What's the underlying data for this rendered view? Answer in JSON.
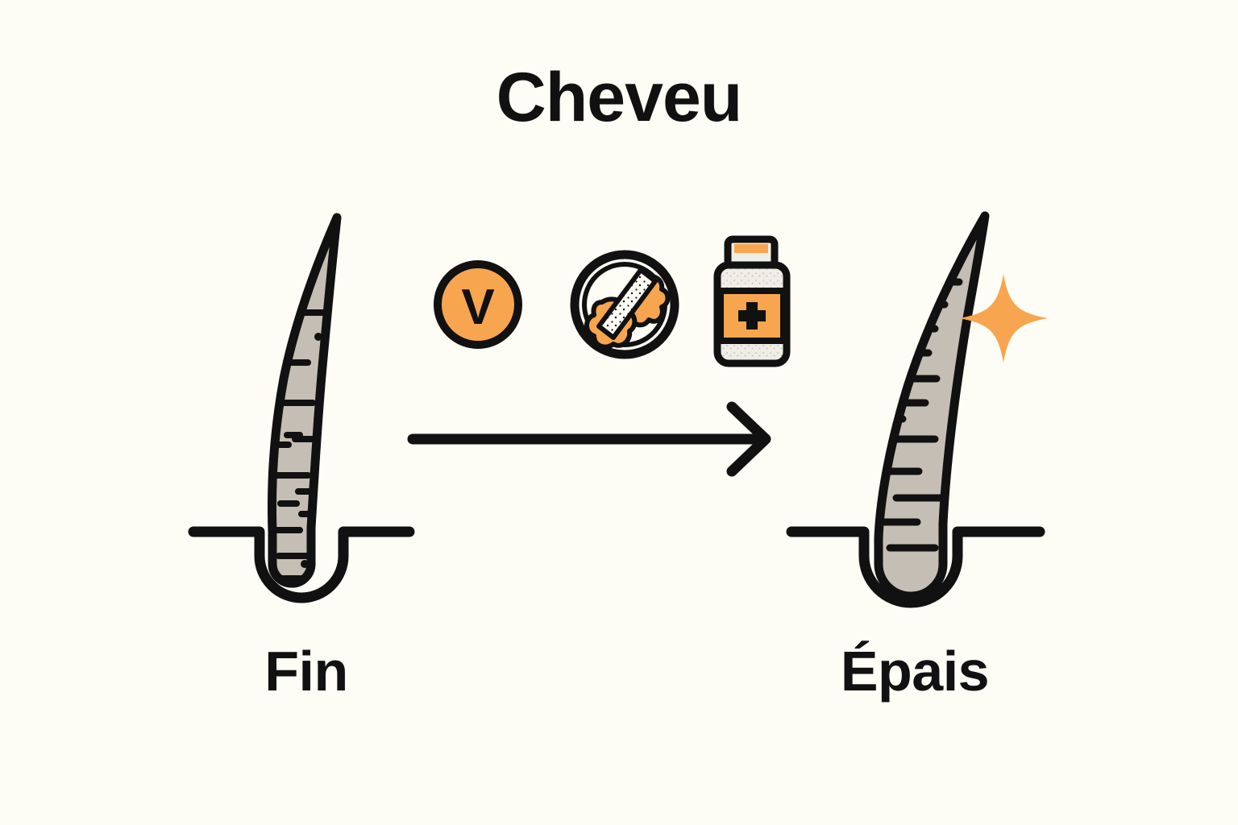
{
  "page": {
    "title": "Cheveu",
    "background_color": "#FDFDF6",
    "accent_color": "#F7A64F",
    "ink_color": "#111111",
    "hair_fill_color": "#C5BEB4",
    "bottle_body_color": "#EFEDE6"
  },
  "stages": {
    "before": {
      "label": "Fin",
      "name": "thin-hair-follicle"
    },
    "after": {
      "label": "Épais",
      "name": "thick-hair-follicle"
    }
  },
  "transition": {
    "arrow_direction": "right",
    "arrow_name": "right-arrow"
  },
  "treatment_icons": [
    {
      "name": "vitamin-v-badge-icon",
      "label": "V",
      "shape": "circle",
      "fill": "#F7A64F"
    },
    {
      "name": "healthy-food-plate-icon",
      "label": "",
      "shape": "plate",
      "fill": "#F7A64F"
    },
    {
      "name": "supplement-bottle-icon",
      "label": "+",
      "shape": "bottle",
      "fill": "#F7A64F"
    }
  ],
  "sparkle": {
    "name": "sparkle-icon",
    "fill": "#F7A64F"
  }
}
